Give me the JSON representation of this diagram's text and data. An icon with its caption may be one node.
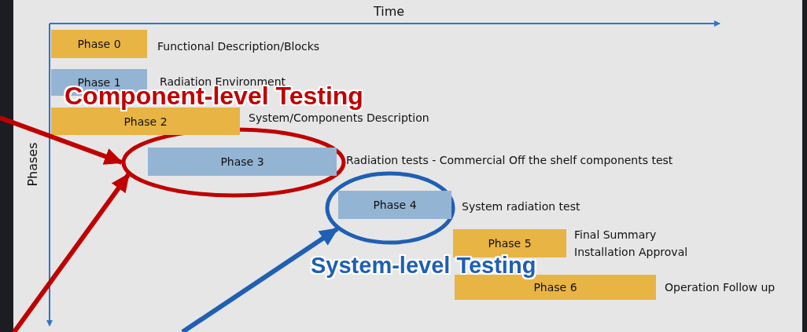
{
  "diagram": {
    "nodes": [
      {
        "text": [
          "Phase 0"
        ],
        "beside": [
          "Functional Description/Blocks"
        ]
      },
      {
        "text": [
          "Phase 1"
        ],
        "beside": [
          "Radiation Environment"
        ]
      },
      {
        "text": [
          "Component-level Testing"
        ]
      },
      {
        "text": [
          "Phase 2"
        ],
        "beside": [
          "System/Components Description"
        ]
      },
      {
        "text": [
          "Phase 3"
        ],
        "beside": [
          "Radiation tests - Commercial Off the shelf components test"
        ],
        "in": 2
      },
      {
        "text": [
          "System-level Testing"
        ]
      },
      {
        "text": [
          "Phase 4"
        ],
        "beside": [
          "System radiation test"
        ],
        "in": 5
      },
      {
        "text": [
          "Phase 5"
        ],
        "beside": [
          "Final Summary Installation Approval"
        ]
      },
      {
        "text": [
          "Phase 6"
        ],
        "beside": [
          "Operation Follow up"
        ]
      }
    ],
    "edges": [
      {
        "from": null,
        "to": 2,
        "arrow": "to"
      },
      {
        "from": null,
        "to": 2,
        "arrow": "to"
      },
      {
        "from": null,
        "to": 5,
        "arrow": "to",
        "color": "#1f5fb4"
      }
    ],
    "labels": [
      "Time",
      "Phases"
    ]
  }
}
